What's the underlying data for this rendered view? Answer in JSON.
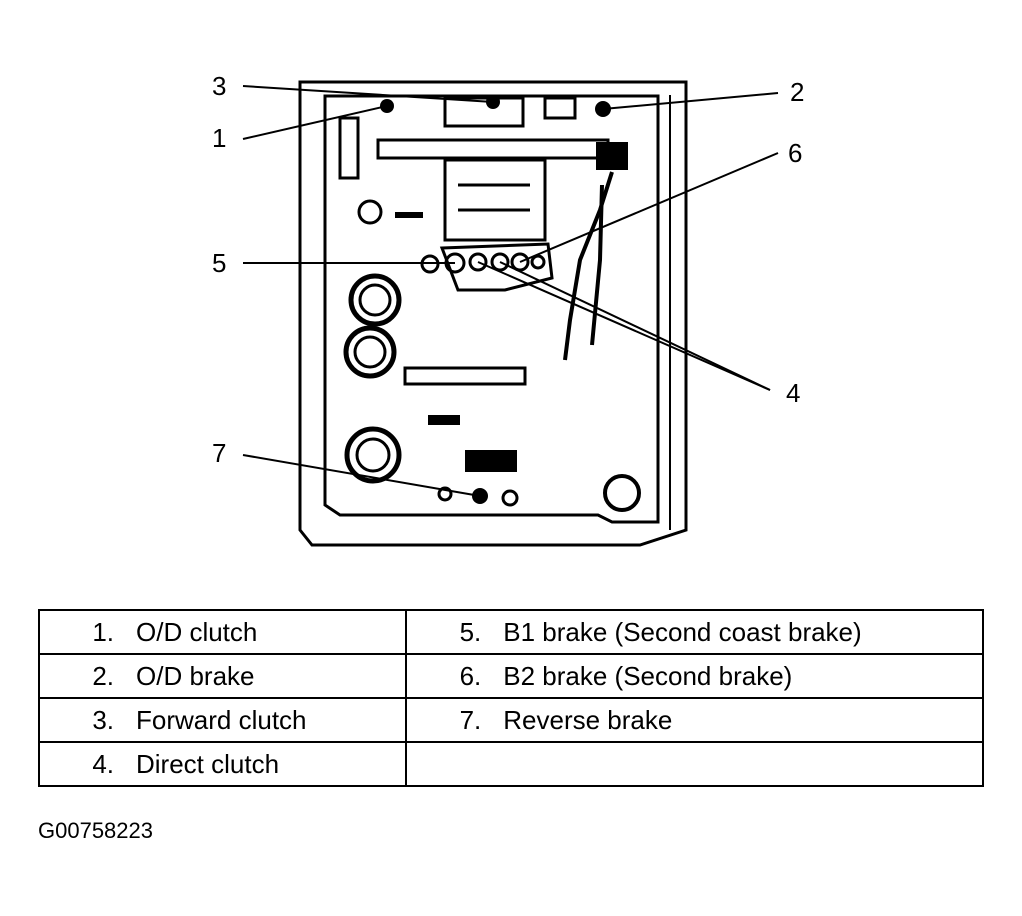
{
  "callouts": [
    {
      "id": "3",
      "label": "3"
    },
    {
      "id": "1",
      "label": "1"
    },
    {
      "id": "2",
      "label": "2"
    },
    {
      "id": "6",
      "label": "6"
    },
    {
      "id": "5",
      "label": "5"
    },
    {
      "id": "4",
      "label": "4"
    },
    {
      "id": "7",
      "label": "7"
    }
  ],
  "legend": [
    [
      {
        "num": "1.",
        "text": "O/D clutch"
      },
      {
        "num": "5.",
        "text": "B1 brake (Second coast brake)"
      }
    ],
    [
      {
        "num": "2.",
        "text": "O/D brake"
      },
      {
        "num": "6.",
        "text": "B2 brake (Second brake)"
      }
    ],
    [
      {
        "num": "3.",
        "text": "Forward clutch"
      },
      {
        "num": "7.",
        "text": "Reverse brake"
      }
    ],
    [
      {
        "num": "4.",
        "text": "Direct clutch"
      },
      {
        "num": "",
        "text": ""
      }
    ]
  ],
  "figure_id": "G00758223",
  "colors": {
    "ink": "#000000",
    "paper": "#ffffff"
  }
}
